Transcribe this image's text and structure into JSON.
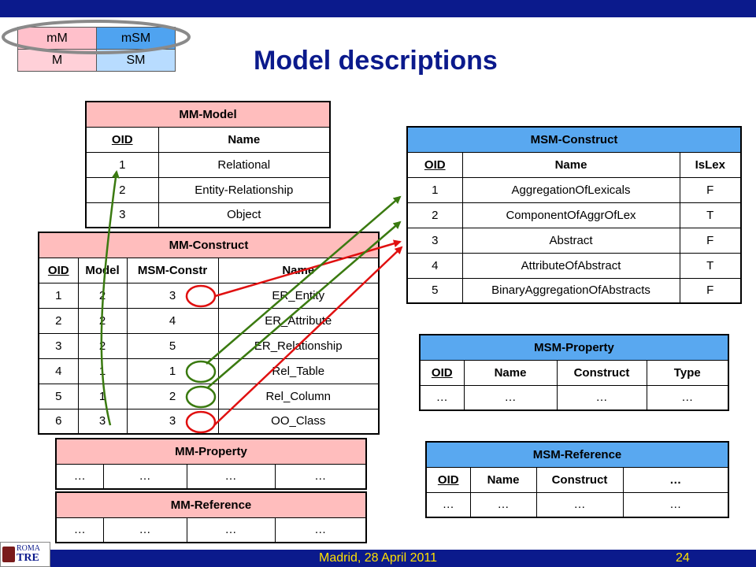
{
  "title": "Model descriptions",
  "footer": "Madrid, 28 April 2011",
  "page_number": "24",
  "logo": {
    "line1": "ROMA",
    "line2": "TRE"
  },
  "legend": [
    [
      "mM",
      "mSM"
    ],
    [
      "M",
      "SM"
    ]
  ],
  "legend_colors": {
    "pink_light": "#ffc0cb",
    "pink": "#ffd0d8",
    "blue": "#4fa3f0",
    "blue_light": "#b8dcff"
  },
  "mm_model": {
    "title": "MM-Model",
    "headers": [
      "OID",
      "Name"
    ],
    "rows": [
      [
        "1",
        "Relational"
      ],
      [
        "2",
        "Entity-Relationship"
      ],
      [
        "3",
        "Object"
      ]
    ]
  },
  "mm_construct": {
    "title": "MM-Construct",
    "headers": [
      "OID",
      "Model",
      "MSM-Constr",
      "Name"
    ],
    "rows": [
      [
        "1",
        "2",
        "3",
        "ER_Entity"
      ],
      [
        "2",
        "2",
        "4",
        "ER_Attribute"
      ],
      [
        "3",
        "2",
        "5",
        "ER_Relationship"
      ],
      [
        "4",
        "1",
        "1",
        "Rel_Table"
      ],
      [
        "5",
        "1",
        "2",
        "Rel_Column"
      ],
      [
        "6",
        "3",
        "3",
        "OO_Class"
      ]
    ]
  },
  "mm_property": {
    "title": "MM-Property",
    "cells": [
      "…",
      "…",
      "…",
      "…"
    ]
  },
  "mm_reference": {
    "title": "MM-Reference",
    "cells": [
      "…",
      "…",
      "…",
      "…"
    ]
  },
  "msm_construct": {
    "title": "MSM-Construct",
    "headers": [
      "OID",
      "Name",
      "IsLex"
    ],
    "rows": [
      [
        "1",
        "AggregationOfLexicals",
        "F"
      ],
      [
        "2",
        "ComponentOfAggrOfLex",
        "T"
      ],
      [
        "3",
        "Abstract",
        "F"
      ],
      [
        "4",
        "AttributeOfAbstract",
        "T"
      ],
      [
        "5",
        "BinaryAggregationOfAbstracts",
        "F"
      ]
    ]
  },
  "msm_property": {
    "title": "MSM-Property",
    "headers": [
      "OID",
      "Name",
      "Construct",
      "Type"
    ],
    "cells": [
      "…",
      "…",
      "…",
      "…"
    ]
  },
  "msm_reference": {
    "title": "MSM-Reference",
    "headers": [
      "OID",
      "Name",
      "Construct",
      "…"
    ],
    "cells": [
      "…",
      "…",
      "…",
      "…"
    ]
  }
}
